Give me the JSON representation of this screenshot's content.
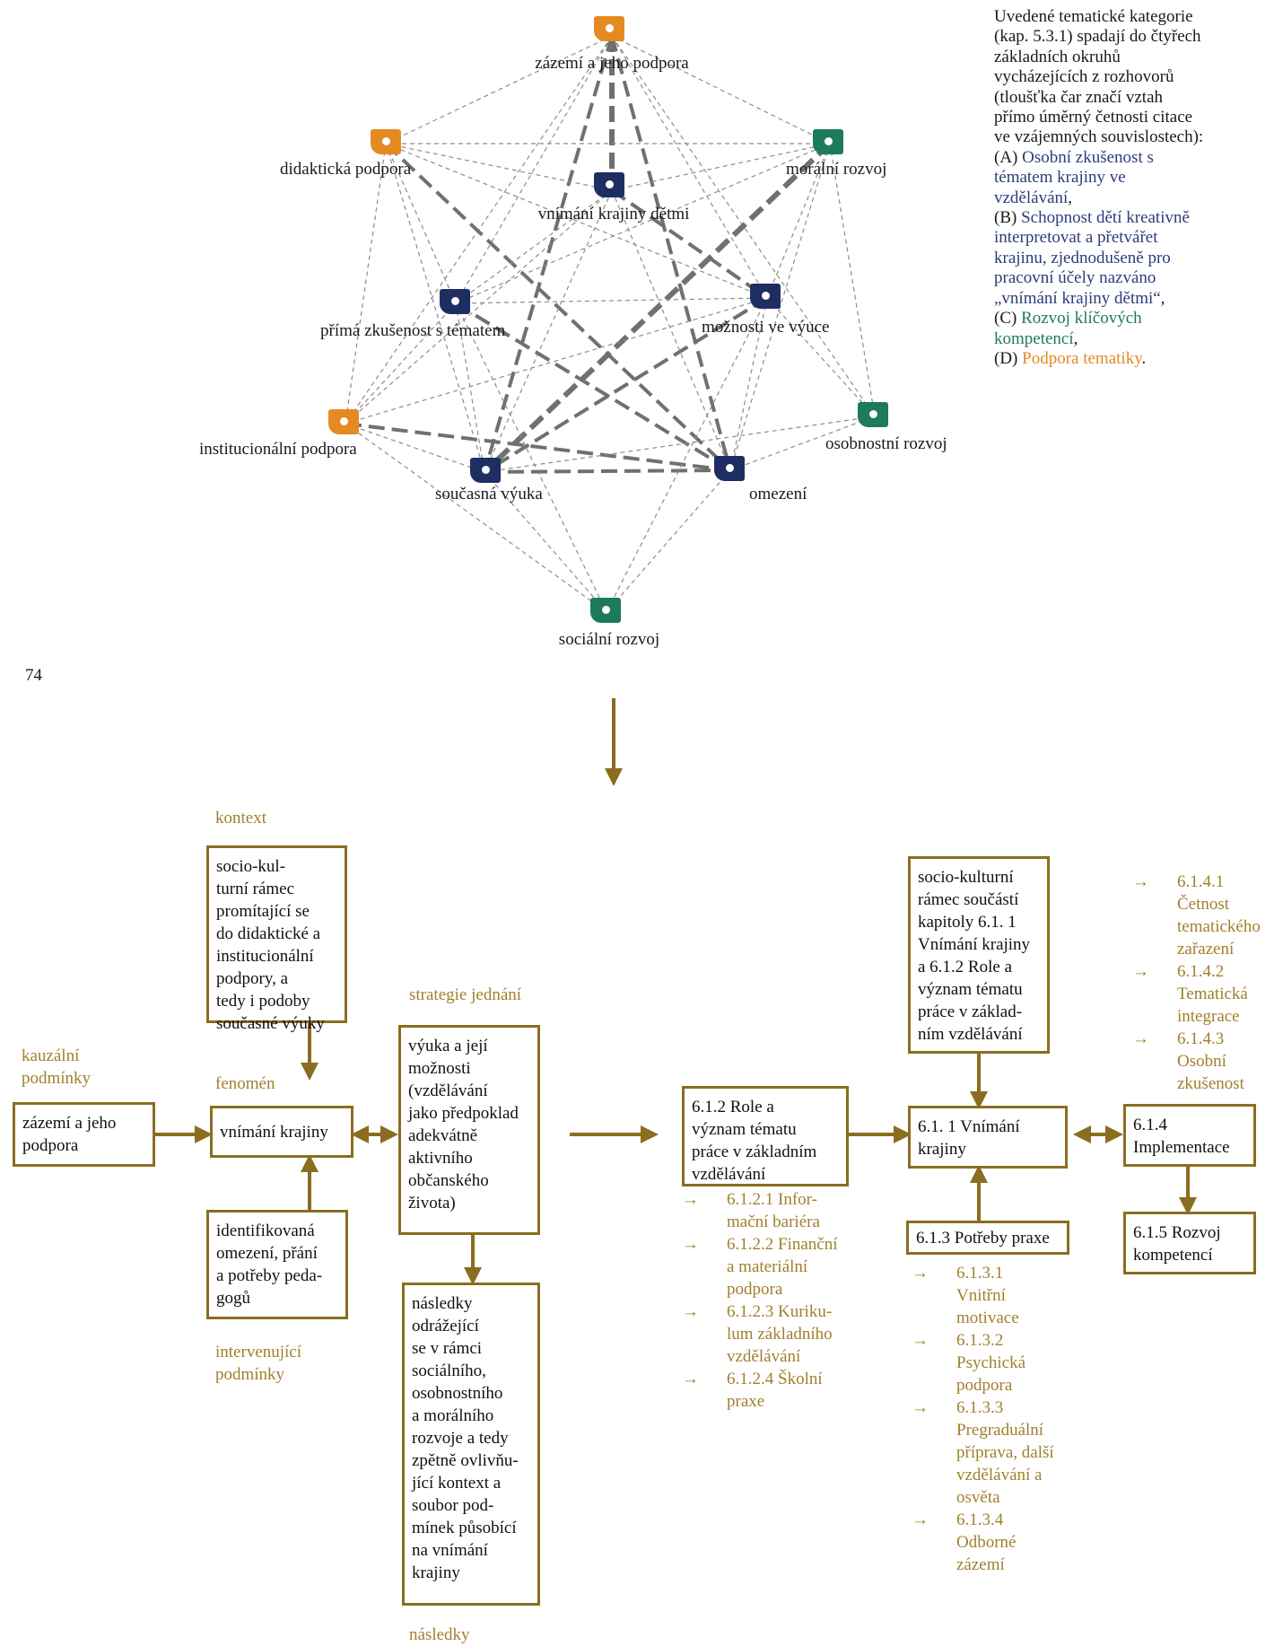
{
  "colors": {
    "orange": "#e58a23",
    "green": "#1d7a5c",
    "navy": "#1e2e63",
    "gold": "#8a6d1f",
    "goldText": "#a0802c",
    "line": "#8d8d8d"
  },
  "network": {
    "nodes": [
      {
        "id": "zazemi",
        "label": "zázemí a jeho podpora",
        "group": "D"
      },
      {
        "id": "didakticka",
        "label": "didaktická podpora",
        "group": "D"
      },
      {
        "id": "moralni",
        "label": "morální rozvoj",
        "group": "C"
      },
      {
        "id": "vnimani",
        "label": "vnímání krajiny dětmi",
        "group": "B"
      },
      {
        "id": "prima",
        "label": "přímá zkušenost s tématem",
        "group": "A"
      },
      {
        "id": "moznosti",
        "label": "možnosti ve výuce",
        "group": "B"
      },
      {
        "id": "institucionalni",
        "label": "institucionální podpora",
        "group": "D"
      },
      {
        "id": "osobnostni",
        "label": "osobnostní rozvoj",
        "group": "C"
      },
      {
        "id": "soucasna",
        "label": "současná výuka",
        "group": "A"
      },
      {
        "id": "omezeni",
        "label": "omezení",
        "group": "A"
      },
      {
        "id": "socialni",
        "label": "sociální rozvoj",
        "group": "C"
      }
    ],
    "group_colors": {
      "A": "#1e2e63",
      "B": "#1e2e63",
      "C": "#1d7a5c",
      "D": "#e58a23"
    },
    "edges": [
      [
        "zazemi",
        "vnimani",
        3
      ],
      [
        "zazemi",
        "didakticka",
        1
      ],
      [
        "zazemi",
        "moralni",
        1
      ],
      [
        "zazemi",
        "prima",
        1
      ],
      [
        "zazemi",
        "moznosti",
        1
      ],
      [
        "zazemi",
        "soucasna",
        2
      ],
      [
        "zazemi",
        "omezeni",
        2
      ],
      [
        "zazemi",
        "institucionalni",
        1
      ],
      [
        "zazemi",
        "osobnostni",
        1
      ],
      [
        "didakticka",
        "vnimani",
        1
      ],
      [
        "didakticka",
        "moznosti",
        1
      ],
      [
        "didakticka",
        "soucasna",
        1
      ],
      [
        "didakticka",
        "omezeni",
        2
      ],
      [
        "didakticka",
        "prima",
        1
      ],
      [
        "didakticka",
        "moralni",
        1
      ],
      [
        "didakticka",
        "institucionalni",
        1
      ],
      [
        "moralni",
        "vnimani",
        1
      ],
      [
        "moralni",
        "soucasna",
        3
      ],
      [
        "moralni",
        "prima",
        1
      ],
      [
        "moralni",
        "moznosti",
        1
      ],
      [
        "moralni",
        "omezeni",
        1
      ],
      [
        "moralni",
        "osobnostni",
        1
      ],
      [
        "vnimani",
        "prima",
        1
      ],
      [
        "vnimani",
        "moznosti",
        2
      ],
      [
        "vnimani",
        "soucasna",
        1
      ],
      [
        "vnimani",
        "omezeni",
        1
      ],
      [
        "vnimani",
        "institucionalni",
        1
      ],
      [
        "prima",
        "moznosti",
        1
      ],
      [
        "prima",
        "soucasna",
        1
      ],
      [
        "prima",
        "omezeni",
        2
      ],
      [
        "prima",
        "institucionalni",
        1
      ],
      [
        "prima",
        "socialni",
        1
      ],
      [
        "moznosti",
        "soucasna",
        2
      ],
      [
        "moznosti",
        "omezeni",
        1
      ],
      [
        "moznosti",
        "osobnostni",
        1
      ],
      [
        "moznosti",
        "institucionalni",
        1
      ],
      [
        "institucionalni",
        "soucasna",
        1
      ],
      [
        "institucionalni",
        "omezeni",
        2
      ],
      [
        "soucasna",
        "omezeni",
        2
      ],
      [
        "soucasna",
        "socialni",
        1
      ],
      [
        "soucasna",
        "osobnostni",
        1
      ],
      [
        "omezeni",
        "socialni",
        1
      ],
      [
        "omezeni",
        "osobnostni",
        1
      ],
      [
        "institucionalni",
        "socialni",
        1
      ],
      [
        "moznosti",
        "socialni",
        1
      ]
    ]
  },
  "side_text": {
    "intro": "Uvedené tematické kategorie (kap. 5.3.1) spadají do čtyřech základních okruhů vycházejících z rozhovorů (tloušťka čar značí vztah přímo úměrný četnosti citace ve vzájemných souvislostech):",
    "a_prefix": "(A) ",
    "a_text": "Osobní zkušenost s tématem krajiny ve vzdělávání",
    "a_suffix": ",",
    "b_prefix": "(B) ",
    "b_text": "Schopnost dětí kreativně interpretovat a přetvářet krajinu, zjednodušeně pro pracovní účely nazváno „vnímání krajiny dětmi“",
    "b_suffix": ",",
    "c_prefix": "(C) ",
    "c_text": "Rozvoj klíčových kompetencí",
    "c_suffix": ",",
    "d_prefix": "(D) ",
    "d_text": "Podpora tematiky",
    "d_suffix": "."
  },
  "page_number": "74",
  "flow": {
    "labels": {
      "kontext": "kontext",
      "kauzalni": "kauzální\npodmínky",
      "fenomen": "fenomén",
      "intervenujici": "intervenující\npodmínky",
      "strategie": "strategie jednání",
      "nasledky": "následky"
    },
    "boxes": {
      "context": "socio-kul-\nturní rámec\npromítající se\ndo didaktické a\ninstitucionální\npodpory, a\ntedy i podoby\nsoučasné výuky",
      "zazemi": "zázemí a jeho\npodpora",
      "vnimani": "vnímání krajiny",
      "omezeni": "identifikovaná\nomezení, přání\na potřeby peda-\ngogů",
      "vyuka": "výuka a její\nmožnosti\n(vzdělávání\njako předpoklad\nadekvátně\naktivního\nobčanského\nživota)",
      "nasledky": "následky\nodrážející\nse v rámci\nsociálního,\nosobnostního\na morálního\nrozvoje a tedy\nzpětně ovlivňu-\njící kontext a\nsoubor pod-\nmínek působící\nna vnímání\nkrajiny",
      "role": "6.1.2 Role a\nvýznam tématu\npráce v základním\nvzdělávání",
      "sociokult": "socio-kulturní\nrámec součástí\nkapitoly 6.1. 1\nVnímání krajiny\na 6.1.2 Role a\nvýznam tématu\npráce v základ-\nním vzdělávání",
      "vnimani611": "6.1. 1 Vnímání\nkrajiny",
      "potreby": "6.1.3 Potřeby praxe",
      "implementace": "6.1.4\nImplementace",
      "rozvoj": "6.1.5 Rozvoj\nkompetencí"
    },
    "arrow_glyph": "→",
    "sub_role": [
      "6.1.2.1 Infor-\nmační bariéra",
      "6.1.2.2 Finanční\na materiální\npodpora",
      "6.1.2.3 Kuriku-\nlum základního\nvzdělávání",
      "6.1.2.4 Školní\npraxe"
    ],
    "sub_potreby": [
      "6.1.3.1\nVnitřní\nmotivace",
      "6.1.3.2\nPsychická\npodpora",
      "6.1.3.3\nPregraduální\npříprava, další\nvzdělávání a\nosvěta",
      "6.1.3.4\nOdborné\nzázemí"
    ],
    "sub_impl": [
      "6.1.4.1\nČetnost\ntematického\nzařazení",
      "6.1.4.2\nTematická\nintegrace",
      "6.1.4.3\nOsobní\nzkušenost"
    ]
  }
}
